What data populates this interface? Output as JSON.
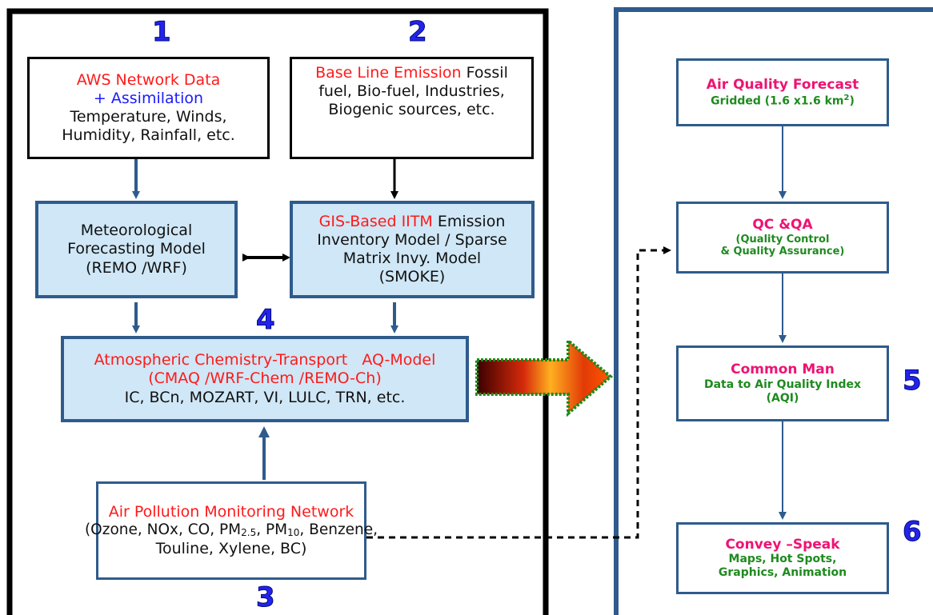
{
  "numbers": {
    "n1": "1",
    "n2": "2",
    "n3": "3",
    "n4": "4",
    "n5": "5",
    "n6": "6"
  },
  "aws": {
    "title": "AWS Network Data",
    "subtitle": "+ Assimilation",
    "line1": "Temperature, Winds,",
    "line2": "Humidity, Rainfall, etc."
  },
  "emission": {
    "title": "Base Line Emission",
    "line1_rest": " Fossil",
    "line2": "fuel, Bio-fuel, Industries,",
    "line3": "Biogenic sources, etc."
  },
  "meteo": {
    "line1": "Meteorological",
    "line2": "Forecasting Model",
    "line3": "(REMO /WRF)"
  },
  "gis": {
    "red": "GIS-Based IITM",
    "rest": " Emission",
    "line2": "Inventory Model / Sparse",
    "line3": "Matrix Invy. Model",
    "line4": "(SMOKE)"
  },
  "aq_model": {
    "line1": "Atmospheric Chemistry-Transport   AQ-Model",
    "line2": "(CMAQ /WRF-Chem /REMO-Ch)",
    "line3": "IC, BCn, MOZART, VI, LULC, TRN, etc."
  },
  "monitoring": {
    "title": "Air Pollution Monitoring Network",
    "line2a": "(Ozone, NOx, CO, PM",
    "pm25": "2.5",
    "line2b": ", PM",
    "pm10": "10",
    "line2c": ", Benzene,",
    "line3": "Touline, Xylene, BC)"
  },
  "forecast": {
    "title": "Air Quality Forecast",
    "line2": "Gridded (1.6 x1.6 km",
    "sup": "2",
    ")": ")"
  },
  "qcqa": {
    "title": "QC &QA",
    "line2": "(Quality Control",
    "line3": "& Quality Assurance)"
  },
  "common": {
    "title": "Common Man",
    "line2": "Data to Air Quality Index",
    "line3": "(AQI)"
  },
  "convey": {
    "title": "Convey –Speak",
    "line2": "Maps, Hot Spots,",
    "line3": "Graphics, Animation"
  },
  "colors": {
    "panel_border": "#2f5b8c",
    "box_fill": "#cfe7f6",
    "red_text": "#ff1a1a",
    "blue_text": "#1a1aff",
    "pink_text": "#ee1372",
    "green_text": "#1f8a1f",
    "number_blue": "#2323ee"
  }
}
